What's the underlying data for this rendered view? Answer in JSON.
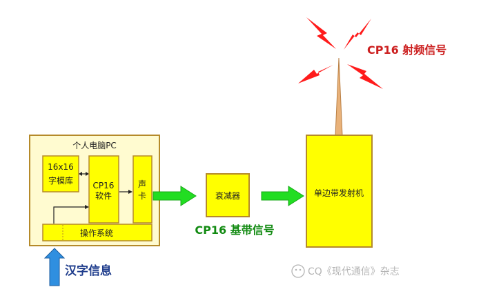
{
  "pc": {
    "title": "个人电脑PC"
  },
  "font_lib": {
    "line1": "16x16",
    "line2": "字模库"
  },
  "software": {
    "line1": "CP16",
    "line2": "软件"
  },
  "sound_card": {
    "line1": "声",
    "line2": "卡"
  },
  "os": {
    "label": "操作系统"
  },
  "attenuator": {
    "label": "衰减器"
  },
  "baseband": {
    "label": "CP16 基带信号"
  },
  "transmitter": {
    "label": "单边带发射机"
  },
  "rf_signal": {
    "label": "CP16 射频信号"
  },
  "input": {
    "label": "汉字信息"
  },
  "watermark": {
    "label": "CQ《现代通信》杂志"
  },
  "colors": {
    "box_fill": "#ffff00",
    "box_stroke": "#b58a2a",
    "pc_fill": "#fffbd0",
    "green_arrow": "#22dd22",
    "blue_arrow": "#2f8fe0",
    "lightning": "#ff1b1b",
    "antenna": "#e9b27a",
    "rf_label": "#cc1f1f",
    "baseband_label": "#118a11",
    "input_label": "#1e3c8c"
  }
}
